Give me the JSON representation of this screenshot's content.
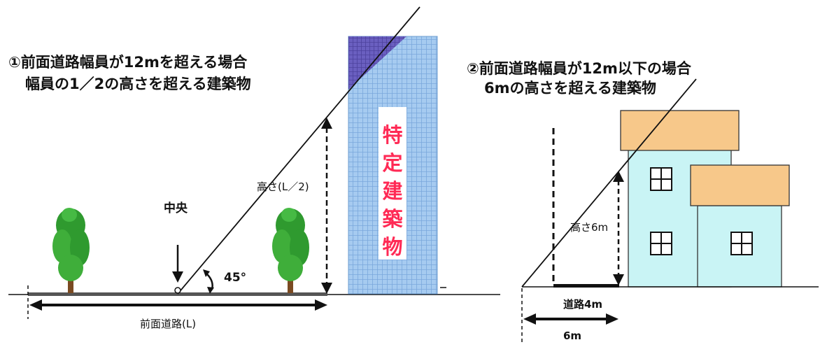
{
  "case1": {
    "caption_line1": "①前面道路幅員が12mを超える場合",
    "caption_line2": "幅員の1／2の高さを超える建築物",
    "center_label": "中央",
    "height_label": "高さ(L／2)",
    "angle_label": "45°",
    "road_label": "前面道路(L)",
    "building_label": "特定建築物"
  },
  "case2": {
    "caption_line1": "②前面道路幅員が12m以下の場合",
    "caption_line2": "6mの高さを超える建築物",
    "height_label": "高さ6m",
    "road_label": "道路4m",
    "width_label": "6m"
  },
  "colors": {
    "tree": "#2f9a2f",
    "trunk": "#7a4a22",
    "tower": "#9cc4ec",
    "tower_excess": "#6a5fc0",
    "building_label": "#ff2a55",
    "house_wall": "#c9f4f5",
    "house_roof": "#f7c88a"
  }
}
